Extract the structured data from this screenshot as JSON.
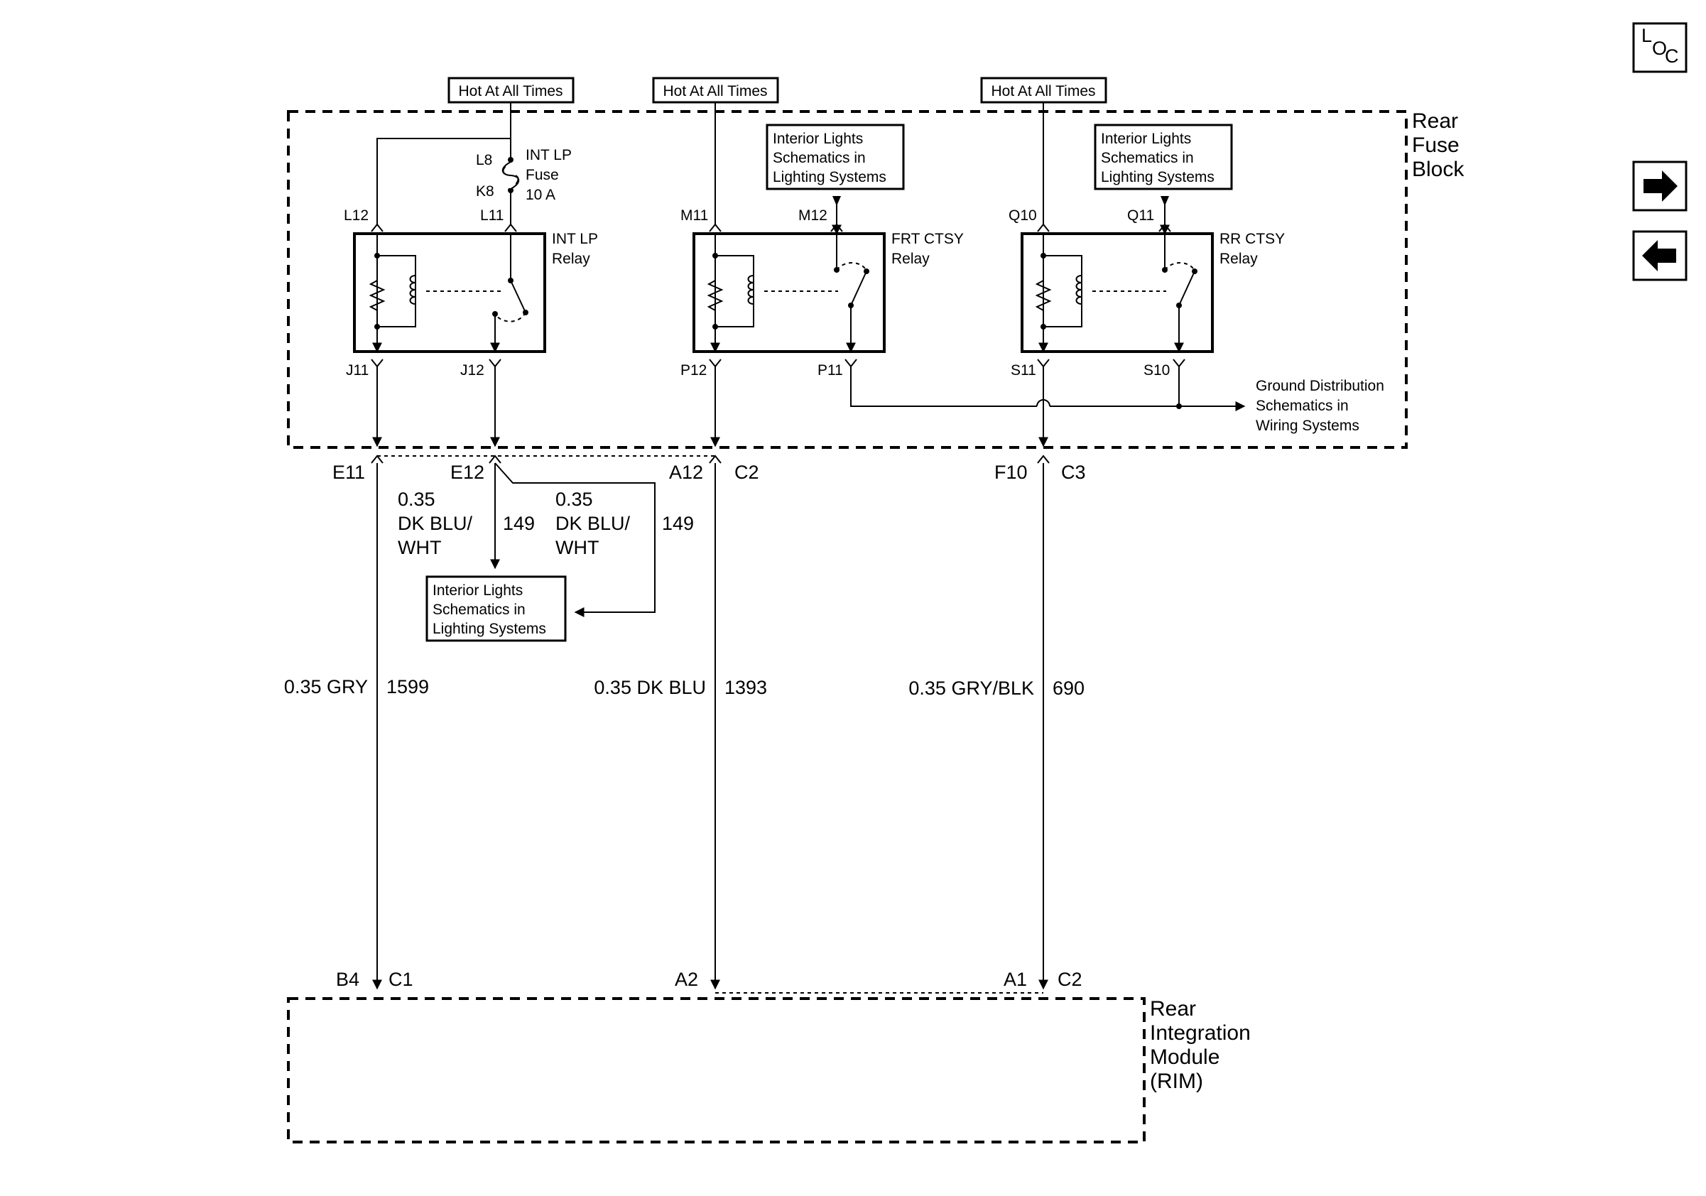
{
  "power": {
    "hot_label": "Hot At All Times"
  },
  "rear_fuse_block": {
    "line1": "Rear",
    "line2": "Fuse",
    "line3": "Block"
  },
  "fuse": {
    "name": "INT LP",
    "line2": "Fuse",
    "rating": "10 A",
    "pin_top": "L8",
    "pin_bottom": "K8"
  },
  "relays": {
    "int_lp": {
      "line1": "INT LP",
      "line2": "Relay"
    },
    "frt_ctsy": {
      "line1": "FRT CTSY",
      "line2": "Relay"
    },
    "rr_ctsy": {
      "line1": "RR CTSY",
      "line2": "Relay"
    }
  },
  "ref_box": {
    "line1": "Interior Lights",
    "line2": "Schematics in",
    "line3": "Lighting Systems"
  },
  "ground_ref": {
    "line1": "Ground Distribution",
    "line2": "Schematics in",
    "line3": "Wiring Systems"
  },
  "pins": {
    "l12": "L12",
    "l11": "L11",
    "m11": "M11",
    "m12": "M12",
    "q10": "Q10",
    "q11": "Q11",
    "j11": "J11",
    "j12": "J12",
    "p12": "P12",
    "p11": "P11",
    "s11": "S11",
    "s10": "S10"
  },
  "connectors": {
    "e11": "E11",
    "e12": "E12",
    "a12": "A12",
    "c2": "C2",
    "f10": "F10",
    "c3": "C3",
    "b4": "B4",
    "c1": "C1",
    "a2": "A2",
    "a1": "A1",
    "c2b": "C2"
  },
  "wires": {
    "w149a": {
      "size": "0.35",
      "color1": "DK BLU/",
      "color2": "WHT",
      "circuit": "149"
    },
    "w149b": {
      "size": "0.35",
      "color1": "DK BLU/",
      "color2": "WHT",
      "circuit": "149"
    },
    "w1599": {
      "spec": "0.35 GRY",
      "circuit": "1599"
    },
    "w1393": {
      "spec": "0.35 DK BLU",
      "circuit": "1393"
    },
    "w690": {
      "spec": "0.35 GRY/BLK",
      "circuit": "690"
    }
  },
  "rim": {
    "line1": "Rear",
    "line2": "Integration",
    "line3": "Module",
    "line4": "(RIM)"
  },
  "nav": {
    "loc_l": "L",
    "loc_o": "O",
    "loc_c": "C"
  },
  "colors": {
    "ink": "#000000",
    "paper": "#ffffff"
  }
}
